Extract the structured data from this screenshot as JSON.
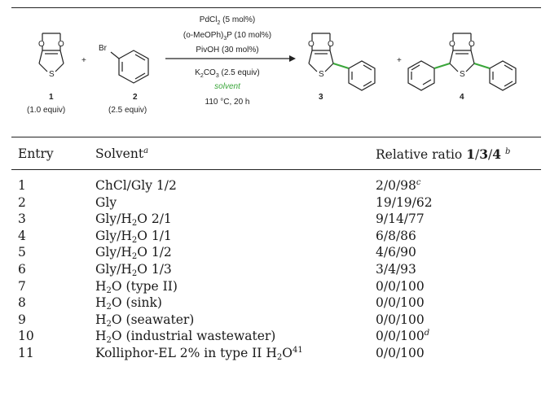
{
  "scheme": {
    "reactant1_label": "1",
    "reactant1_equiv": "(1.0 equiv)",
    "plus1": "+",
    "br_label": "Br",
    "reactant2_label": "2",
    "reactant2_equiv": "(2.5 equiv)",
    "conditions": {
      "catalyst": "PdCl",
      "catalyst_sub": "2",
      "catalyst_rest": " (5 mol%)",
      "ligand_pre": "(o-MeOPh)",
      "ligand_sub": "3",
      "ligand_rest": "P (10 mol%)",
      "additive": "PivOH (30 mol%)",
      "base_pre": "K",
      "base_sub1": "2",
      "base_mid": "CO",
      "base_sub2": "3",
      "base_rest": " (2.5 equiv)",
      "solvent": "solvent",
      "temp_time": "110 °C, 20 h"
    },
    "product3_label": "3",
    "plus2": "+",
    "product4_label": "4",
    "atom_O": "O",
    "atom_S": "S",
    "bond_color": "#3aa63a"
  },
  "table": {
    "headers": {
      "entry": "Entry",
      "solvent": "Solvent",
      "solvent_sup": "a",
      "ratio_pre": "Relative ratio ",
      "ratio_bold": "1",
      "ratio_sep1": "/",
      "ratio_bold2": "3",
      "ratio_sep2": "/",
      "ratio_bold3": "4",
      "ratio_sup": "b"
    },
    "rows": [
      {
        "entry": "1",
        "solvent_parts": [
          {
            "t": "ChCl/Gly 1/2"
          }
        ],
        "ratio": "2/0/98",
        "ratio_sup": "c"
      },
      {
        "entry": "2",
        "solvent_parts": [
          {
            "t": "Gly"
          }
        ],
        "ratio": "19/19/62",
        "ratio_sup": ""
      },
      {
        "entry": "3",
        "solvent_parts": [
          {
            "t": "Gly/H"
          },
          {
            "sub": "2"
          },
          {
            "t": "O 2/1"
          }
        ],
        "ratio": "9/14/77",
        "ratio_sup": ""
      },
      {
        "entry": "4",
        "solvent_parts": [
          {
            "t": "Gly/H"
          },
          {
            "sub": "2"
          },
          {
            "t": "O 1/1"
          }
        ],
        "ratio": "6/8/86",
        "ratio_sup": ""
      },
      {
        "entry": "5",
        "solvent_parts": [
          {
            "t": "Gly/H"
          },
          {
            "sub": "2"
          },
          {
            "t": "O 1/2"
          }
        ],
        "ratio": "4/6/90",
        "ratio_sup": ""
      },
      {
        "entry": "6",
        "solvent_parts": [
          {
            "t": "Gly/H"
          },
          {
            "sub": "2"
          },
          {
            "t": "O 1/3"
          }
        ],
        "ratio": "3/4/93",
        "ratio_sup": ""
      },
      {
        "entry": "7",
        "solvent_parts": [
          {
            "t": "H"
          },
          {
            "sub": "2"
          },
          {
            "t": "O (type II)"
          }
        ],
        "ratio": "0/0/100",
        "ratio_sup": ""
      },
      {
        "entry": "8",
        "solvent_parts": [
          {
            "t": "H"
          },
          {
            "sub": "2"
          },
          {
            "t": "O (sink)"
          }
        ],
        "ratio": "0/0/100",
        "ratio_sup": ""
      },
      {
        "entry": "9",
        "solvent_parts": [
          {
            "t": "H"
          },
          {
            "sub": "2"
          },
          {
            "t": "O (seawater)"
          }
        ],
        "ratio": "0/0/100",
        "ratio_sup": ""
      },
      {
        "entry": "10",
        "solvent_parts": [
          {
            "t": "H"
          },
          {
            "sub": "2"
          },
          {
            "t": "O (industrial wastewater)"
          }
        ],
        "ratio": "0/0/100",
        "ratio_sup": "d"
      },
      {
        "entry": "11",
        "solvent_parts": [
          {
            "t": "Kolliphor-EL 2% in type II H"
          },
          {
            "sub": "2"
          },
          {
            "t": "O"
          },
          {
            "sup": "41"
          }
        ],
        "ratio": "0/0/100",
        "ratio_sup": ""
      }
    ]
  }
}
